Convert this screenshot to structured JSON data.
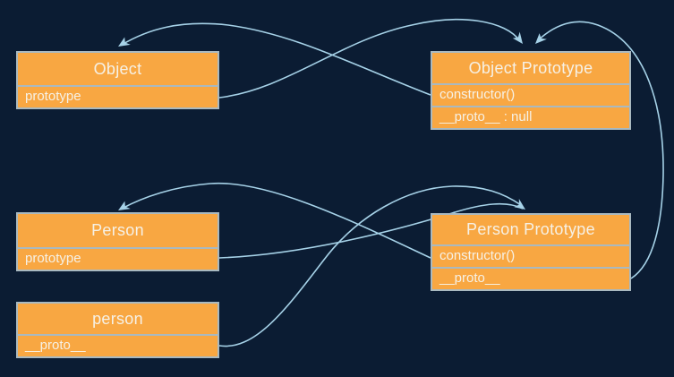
{
  "diagram": {
    "kind": "prototype-chain-diagram",
    "colors": {
      "background": "#0b1c33",
      "box_fill": "#f8a742",
      "box_border": "#a9b9c0",
      "text": "#f6f1e6",
      "arrow": "#a6d2e8"
    },
    "boxes": [
      {
        "id": "object",
        "title": "Object",
        "rows": [
          "prototype"
        ]
      },
      {
        "id": "object-prototype",
        "title": "Object Prototype",
        "rows": [
          "constructor()",
          "__proto__ : null"
        ]
      },
      {
        "id": "person-class",
        "title": "Person",
        "rows": [
          "prototype"
        ]
      },
      {
        "id": "person-prototype",
        "title": "Person Prototype",
        "rows": [
          "constructor()",
          "__proto__"
        ]
      },
      {
        "id": "person-instance",
        "title": "person",
        "rows": [
          "__proto__"
        ]
      }
    ],
    "edges": [
      {
        "from": "Object.prototype",
        "to": "Object Prototype"
      },
      {
        "from": "Object Prototype.constructor()",
        "to": "Object"
      },
      {
        "from": "Person.prototype",
        "to": "Person Prototype"
      },
      {
        "from": "Person Prototype.constructor()",
        "to": "Person"
      },
      {
        "from": "person.__proto__",
        "to": "Person Prototype"
      },
      {
        "from": "Person Prototype.__proto__",
        "to": "Object Prototype"
      }
    ]
  }
}
